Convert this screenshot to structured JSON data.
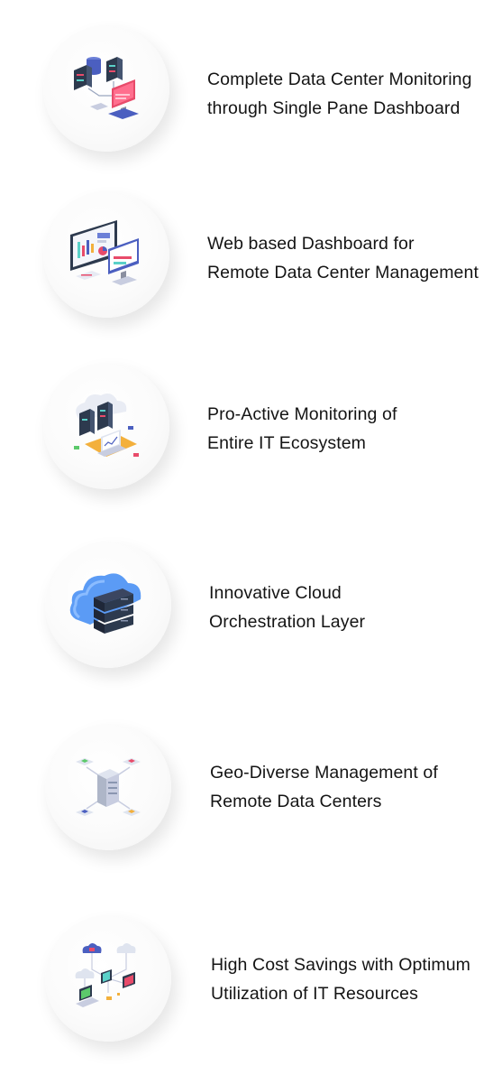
{
  "features": [
    {
      "line1": "Complete Data Center Monitoring",
      "line2": "through Single Pane Dashboard",
      "icon": "server-monitor-icon"
    },
    {
      "line1": "Web based Dashboard for",
      "line2": "Remote Data Center Management",
      "icon": "dashboard-screens-icon"
    },
    {
      "line1": "Pro-Active Monitoring of",
      "line2": "Entire IT Ecosystem",
      "icon": "cloud-laptop-servers-icon"
    },
    {
      "line1": "Innovative Cloud",
      "line2": "Orchestration Layer",
      "icon": "cloud-server-stack-icon"
    },
    {
      "line1": "Geo-Diverse Management of",
      "line2": "Remote Data Centers",
      "icon": "server-network-icon"
    },
    {
      "line1": "High Cost Savings with Optimum",
      "line2": "Utilization of IT Resources",
      "icon": "cloud-devices-network-icon"
    }
  ]
}
